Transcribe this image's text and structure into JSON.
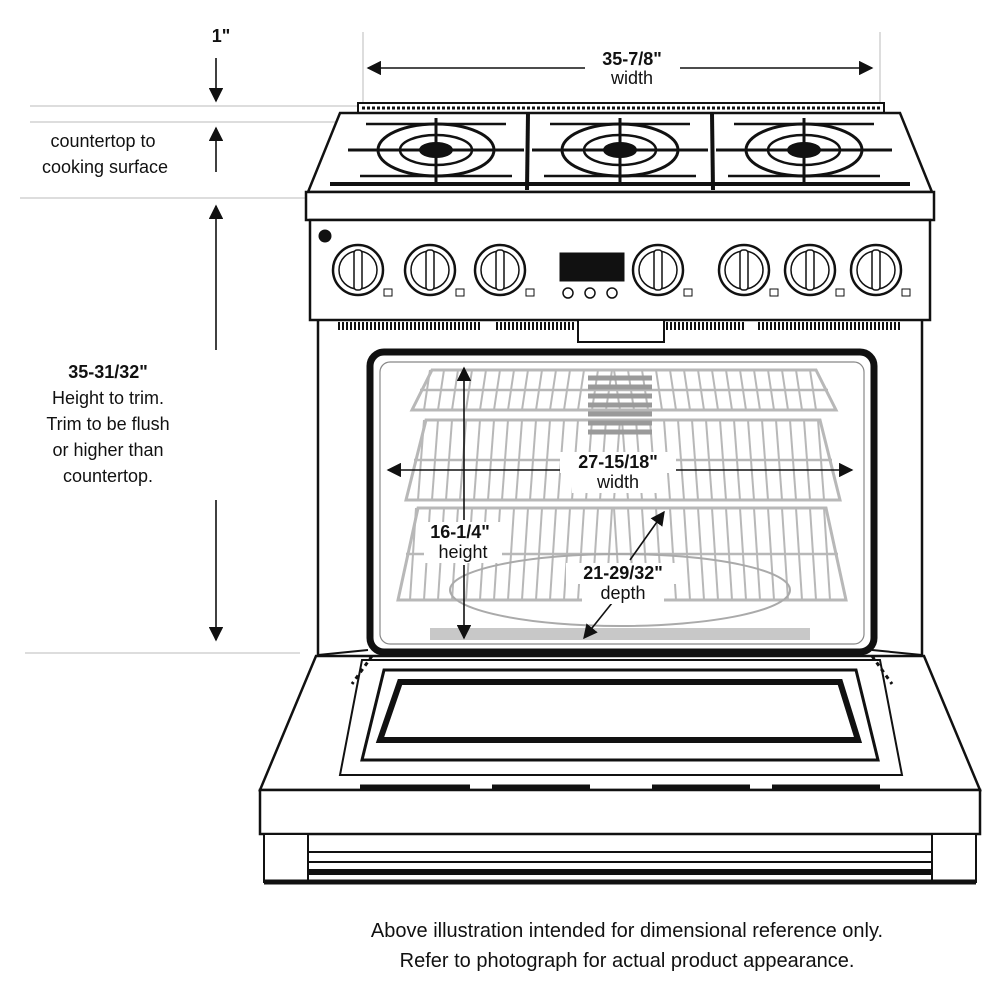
{
  "dimensions": {
    "countertop_gap": {
      "value": "1\"",
      "label_line1": "countertop to",
      "label_line2": "cooking surface"
    },
    "overall_width": {
      "value": "35-7/8\"",
      "label": "width"
    },
    "height_to_trim": {
      "value": "35-31/32\"",
      "line1": "Height to trim.",
      "line2": "Trim to be flush",
      "line3": "or higher than",
      "line4": "countertop."
    },
    "oven_width": {
      "value": "27-15/18\"",
      "label": "width"
    },
    "oven_height": {
      "value": "16-1/4\"",
      "label": "height"
    },
    "oven_depth": {
      "value": "21-29/32\"",
      "label": "depth"
    }
  },
  "disclaimer": {
    "line1": "Above illustration intended for dimensional reference only.",
    "line2": "Refer to photograph for actual product appearance."
  },
  "colors": {
    "line": "#111111",
    "rack": "#b8b8b8",
    "rack_dark": "#9a9a9a"
  },
  "icons": {
    "knob_count": 7,
    "burner_count": 3
  }
}
